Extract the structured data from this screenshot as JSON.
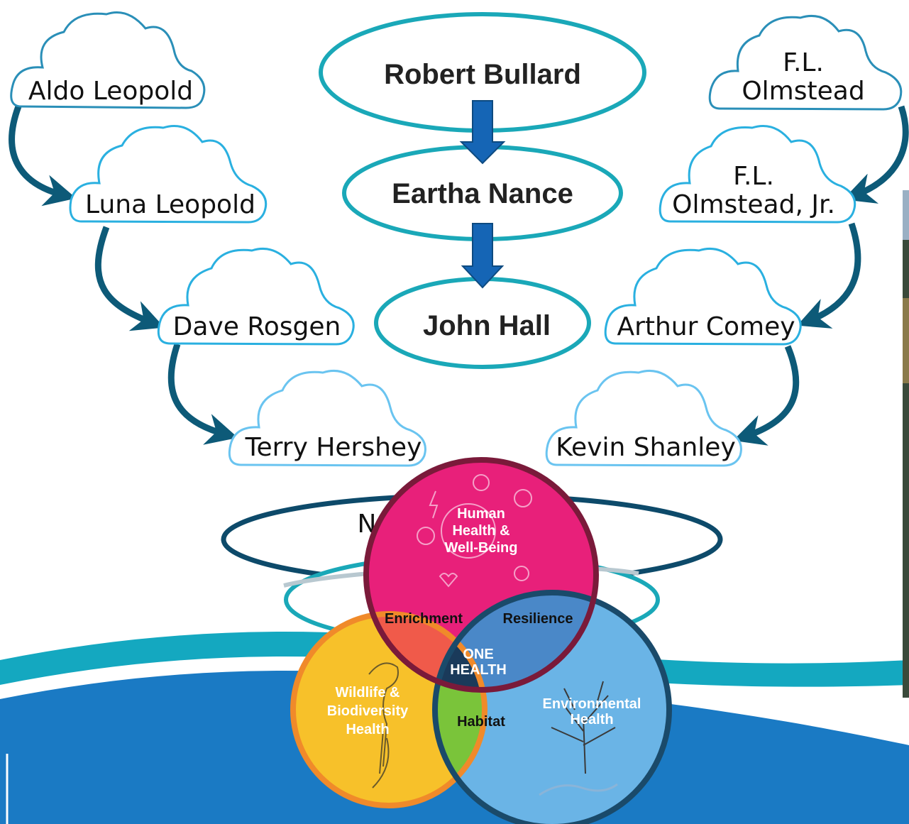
{
  "left_lineage": [
    {
      "line1": "Aldo Leopold"
    },
    {
      "line1": "Luna Leopold"
    },
    {
      "line1": "Dave Rosgen"
    },
    {
      "line1": "Terry Hershey"
    }
  ],
  "right_lineage": [
    {
      "line1": "F.L.",
      "line2": "Olmstead"
    },
    {
      "line1": "F.L.",
      "line2": "Olmstead, Jr."
    },
    {
      "line1": "Arthur Comey"
    },
    {
      "line1": "Kevin Shanley"
    }
  ],
  "center_lineage": [
    "Robert Bullard",
    "Eartha Nance",
    "John Hall"
  ],
  "hidden_oval_text": "N",
  "venn": {
    "human": [
      "Human",
      "Health &",
      "Well-Being"
    ],
    "wildlife": [
      "Wildlife &",
      "Biodiversity",
      "Health"
    ],
    "environmental": [
      "Environmental",
      "Health"
    ],
    "enrichment": "Enrichment",
    "resilience": "Resilience",
    "habitat": "Habitat",
    "center": [
      "ONE",
      "HEALTH"
    ]
  },
  "colors": {
    "left_cloud_stroke": "#2a8fb8",
    "right_cloud_stroke": "#2a8fb8",
    "arrow_dark": "#0d5a78",
    "center_oval_stroke": "#1aa8b8",
    "center_arrow": "#1565b5",
    "human": "#e8207a",
    "human_border": "#7a1a3a",
    "wildlife": "#f7c12a",
    "wildlife_border": "#f08a2a",
    "environmental": "#6ab4e6",
    "environmental_border": "#1a4a6a",
    "enrichment": "#f05a4a",
    "resilience": "#4a88c8",
    "habitat": "#7ac43a",
    "one_health": "#1a3a5a",
    "wave_teal": "#14a8c0",
    "wave_blue": "#1a7ac4"
  }
}
